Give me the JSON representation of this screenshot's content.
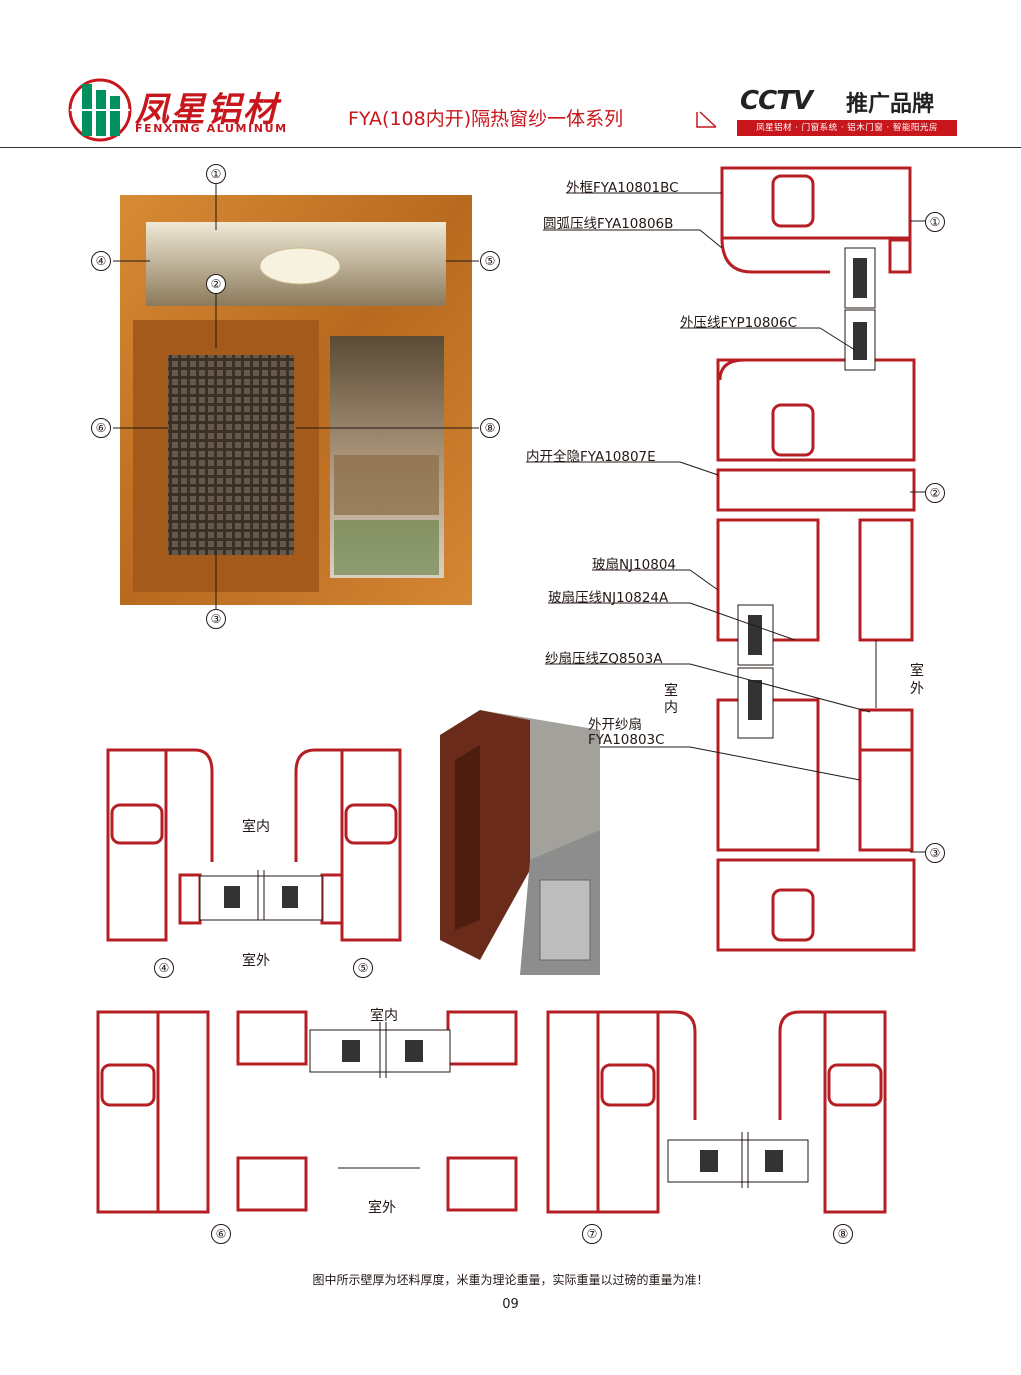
{
  "header": {
    "brand_cn": "凤星铝材",
    "brand_en": "FENXING ALUMINUM",
    "series_title": "FYA(108内开)隔热窗纱一体系列",
    "cctv_logo": "CCTV",
    "cctv_tag": "推广品牌",
    "cctv_band": "凤星铝材 · 门窗系统 · 铝木门窗 · 智能阳光房"
  },
  "colors": {
    "brand_red": "#c8161d",
    "profile_red": "#b51f24",
    "wood": "#c97a2a"
  },
  "window_callouts": [
    "①",
    "②",
    "③",
    "④",
    "⑤",
    "⑥",
    "⑦",
    "⑧"
  ],
  "part_labels": {
    "outer_frame": "外框FYA10801BC",
    "arc_bead": "圆弧压线FYA10806B",
    "outer_bead": "外压线FYP10806C",
    "inner_hidden": "内开全隐FYA10807E",
    "glass_sash": "玻扇NJ10804",
    "glass_sash_bead": "玻扇压线NJ10824A",
    "screen_bead": "纱扇压线ZQ8503A",
    "screen_sash_1": "外开纱扇",
    "screen_sash_2": "FYA10803C"
  },
  "orientation": {
    "indoor": "室内",
    "outdoor": "室外",
    "indoor_v1": "室",
    "indoor_v2": "内",
    "outdoor_v1": "室",
    "outdoor_v2": "外"
  },
  "footer": {
    "note": "图中所示壁厚为坯料厚度，米重为理论重量，实际重量以过磅的重量为准！",
    "page_number": "09"
  }
}
